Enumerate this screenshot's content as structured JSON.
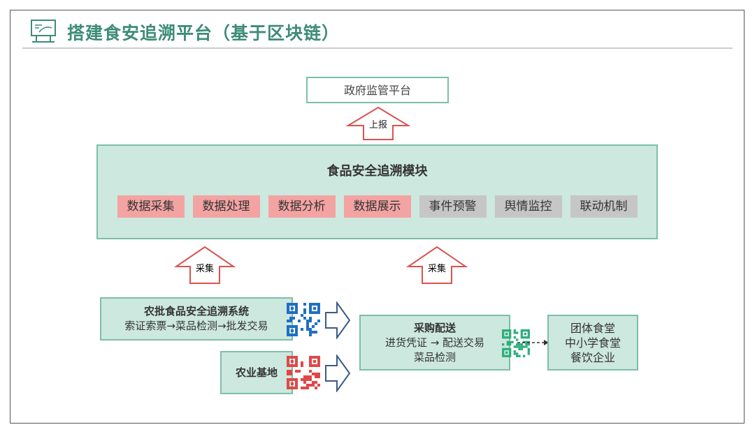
{
  "title": "搭建食安追溯平台（基于区块链）",
  "gov": "政府监管平台",
  "report": "上报",
  "module": {
    "title": "食品安全追溯模块",
    "tags": [
      {
        "label": "数据采集",
        "color": "#f4a3a3"
      },
      {
        "label": "数据处理",
        "color": "#f4a3a3"
      },
      {
        "label": "数据分析",
        "color": "#f4a3a3"
      },
      {
        "label": "数据展示",
        "color": "#f4a3a3"
      },
      {
        "label": "事件预警",
        "color": "#c6c6c6"
      },
      {
        "label": "舆情监控",
        "color": "#c6c6c6"
      },
      {
        "label": "联动机制",
        "color": "#c6c6c6"
      }
    ]
  },
  "collect": "采集",
  "wholesale": {
    "title": "农批食品安全追溯系统",
    "desc": "索证索票→菜品检测→批发交易"
  },
  "farm": "农业基地",
  "procure": {
    "title": "采购配送",
    "line1": "进货凭证 → 配送交易",
    "line2": "菜品检测"
  },
  "consumers": [
    "团体食堂",
    "中小学食堂",
    "餐饮企业"
  ]
}
